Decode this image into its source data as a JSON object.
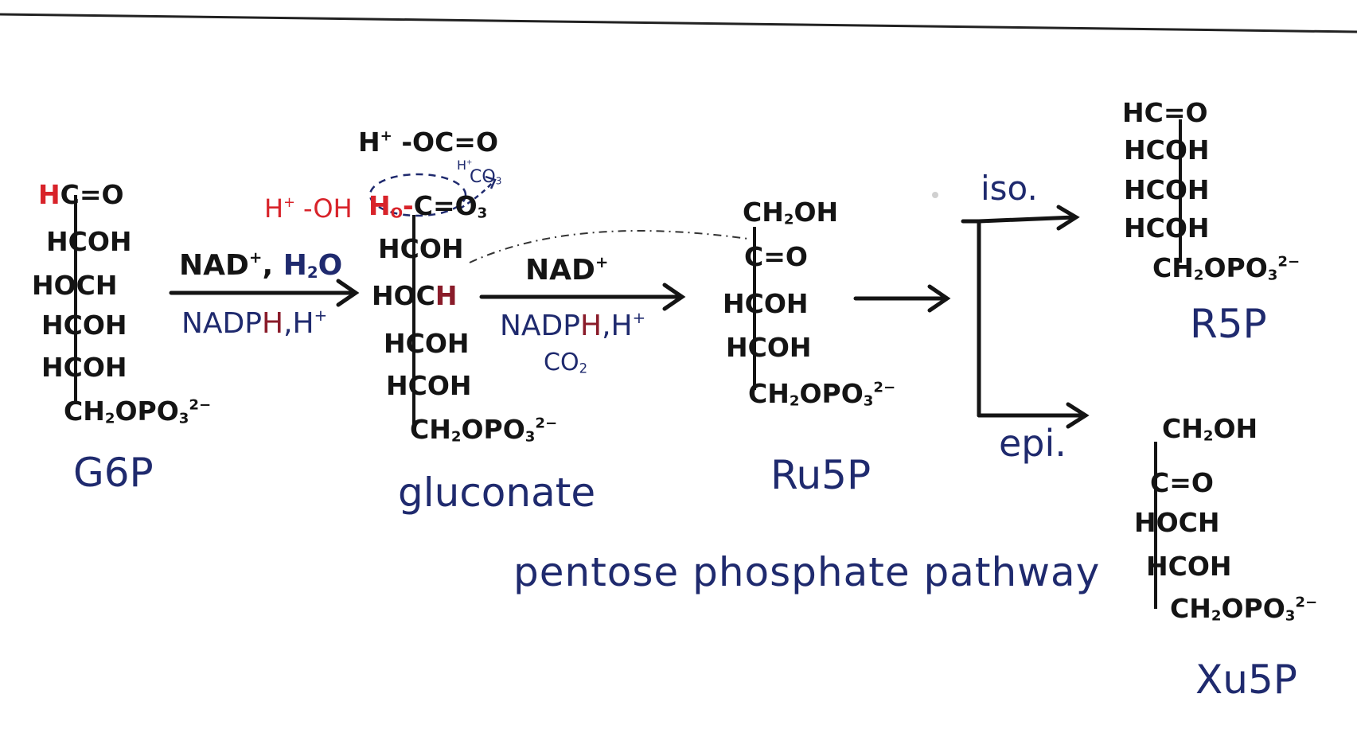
{
  "colors": {
    "structure": "#141414",
    "label": "#1f2a6e",
    "highlight": "#d8232a",
    "arrow": "#141414"
  },
  "molecules": {
    "g6p": {
      "name": "G6P",
      "rows": [
        "C=O",
        "HCOH",
        "HOCH",
        "HCOH",
        "HCOH",
        "CH",
        "2",
        "OPO",
        "3",
        "2−"
      ],
      "top_h": "H"
    },
    "gluconate": {
      "name": "gluconate",
      "top_group": "-OC=O",
      "top_h": "H",
      "top_h_sup": "+",
      "c1_prefix": "H",
      "c1_prefix_sub": "O",
      "c1": "C=O",
      "c1_sub": "3",
      "rows": [
        "HCOH",
        "HOC",
        "H",
        "HCOH",
        "HCOH",
        "CH",
        "2",
        "OPO",
        "3",
        "2−"
      ]
    },
    "ru5p": {
      "name": "Ru5P",
      "rows": [
        "CH",
        "2",
        "OH",
        "C=O",
        "HCOH",
        "HCOH",
        "CH",
        "2",
        "OPO",
        "3",
        "2−"
      ]
    },
    "r5p": {
      "name": "R5P",
      "rows": [
        "HC=O",
        "HCOH",
        "HCOH",
        "HCOH",
        "CH",
        "2",
        "OPO",
        "3",
        "2−"
      ]
    },
    "xu5p": {
      "name": "Xu5P",
      "rows": [
        "CH",
        "2",
        "OH",
        "C=O",
        "HOCH",
        "HCOH",
        "CH",
        "2",
        "OPO",
        "3",
        "2−"
      ]
    }
  },
  "reactions": {
    "step1": {
      "top_a": "NAD",
      "top_a_sup": "+",
      "top_sep": ",",
      "top_b": "H",
      "top_b_sub": "2",
      "top_b2": "O",
      "bottom_a": "NADP",
      "bottom_h": "H",
      "bottom_sep": ",",
      "bottom_b": "H",
      "bottom_b_sup": "+"
    },
    "step2": {
      "top_a": "NAD",
      "top_a_sup": "+",
      "bottom_a": "NADP",
      "bottom_h": "H",
      "bottom_sep": ",",
      "bottom_b": "H",
      "bottom_b_sup": "+",
      "extra": "CO",
      "extra_sub": "2"
    },
    "red_note": {
      "a": "H",
      "a_sup": "+",
      "b": "-OH"
    },
    "co2_note": {
      "a": "CO",
      "a_sub": "3",
      "h": "H",
      "h_sup": "+"
    },
    "isomerase": "iso.",
    "epimerase": "epi."
  },
  "title": "pentose phosphate pathway"
}
